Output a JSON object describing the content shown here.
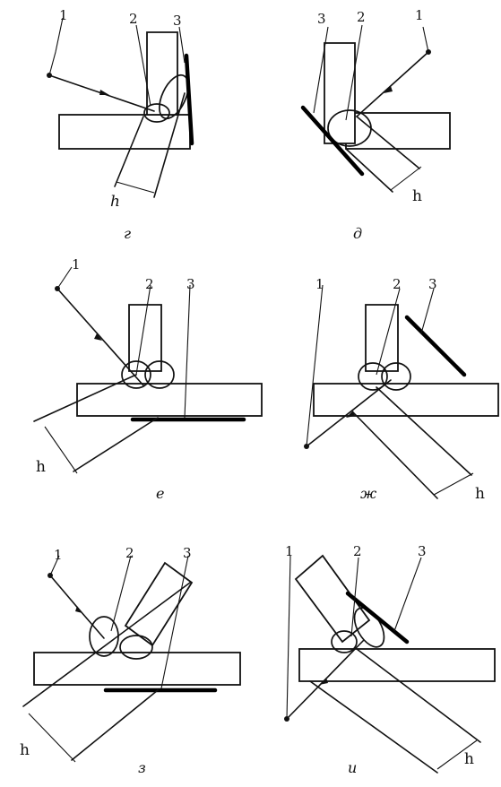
{
  "labels": {
    "source": "1",
    "weld": "2",
    "film": "3",
    "thickness": "h"
  },
  "panels": [
    {
      "id": "g",
      "caption": "г"
    },
    {
      "id": "d",
      "caption": "д"
    },
    {
      "id": "e",
      "caption": "е"
    },
    {
      "id": "zh",
      "caption": "ж"
    },
    {
      "id": "z",
      "caption": "з"
    },
    {
      "id": "i",
      "caption": "и"
    }
  ],
  "colors": {
    "ink": "#111111",
    "background": "#ffffff"
  }
}
